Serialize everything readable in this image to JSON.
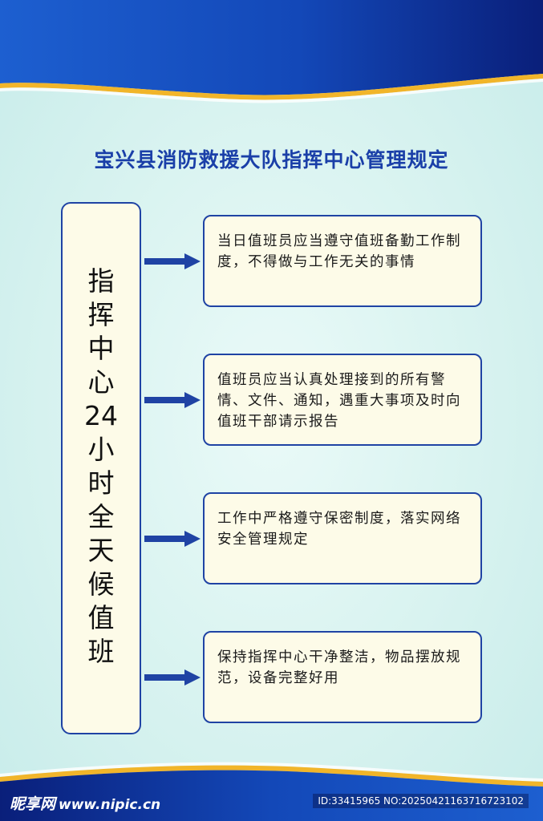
{
  "title": "宝兴县消防救援大队指挥中心管理规定",
  "left_panel": {
    "chars": [
      "指",
      "挥",
      "中",
      "心",
      "24",
      "小",
      "时",
      "全",
      "天",
      "候",
      "值",
      "班"
    ]
  },
  "rules": [
    {
      "text": "当日值班员应当遵守值班备勤工作制度，不得做与工作无关的事情"
    },
    {
      "text": "值班员应当认真处理接到的所有警情、文件、通知，遇重大事项及时向值班干部请示报告"
    },
    {
      "text": "工作中严格遵守保密制度，落实网络安全管理规定"
    },
    {
      "text": "保持指挥中心干净整洁，物品摆放规范，设备完整好用"
    }
  ],
  "watermark": {
    "brand": "昵享网",
    "site": "www.nipic.cn",
    "id_text": "ID:33415965 NO:20250421163716723102"
  },
  "colors": {
    "title": "#1a3fa8",
    "border": "#1f43a4",
    "box_fill": "#fdfbe8",
    "arrow": "#1f43a4",
    "header_dark": "#0b2a8a",
    "header_gold": "#f1b52a"
  }
}
